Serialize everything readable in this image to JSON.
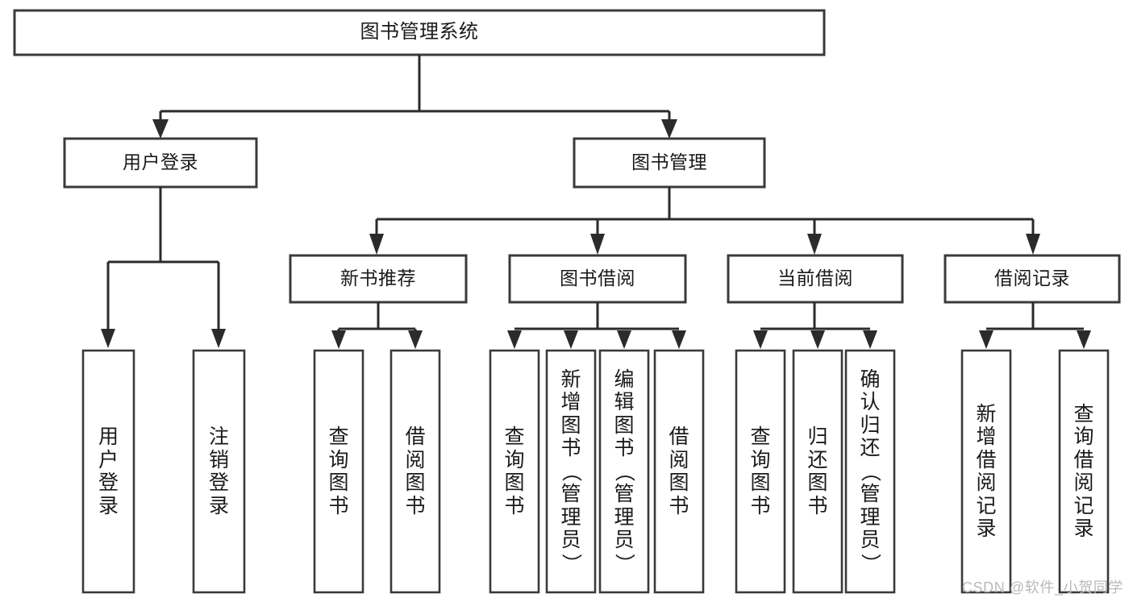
{
  "diagram": {
    "type": "tree-hierarchy",
    "title": "图书管理系统",
    "watermark": "CSDN @软件_小贺同学",
    "colors": {
      "background": "#ffffff",
      "box_fill": "#ffffff",
      "box_stroke": "#3a3a3a",
      "line": "#2b2b2b",
      "text": "#1a1a1a",
      "watermark": "#b9b9b9"
    },
    "root": {
      "label": "图书管理系统"
    },
    "level2": [
      {
        "label": "用户登录"
      },
      {
        "label": "图书管理"
      }
    ],
    "level3": [
      {
        "label": "新书推荐"
      },
      {
        "label": "图书借阅"
      },
      {
        "label": "当前借阅"
      },
      {
        "label": "借阅记录"
      }
    ],
    "leaves": {
      "user_login": [
        {
          "label": "用户登录"
        },
        {
          "label": "注销登录"
        }
      ],
      "new_book_recommend": [
        {
          "label": "查询图书"
        },
        {
          "label": "借阅图书"
        }
      ],
      "book_borrow": [
        {
          "label": "查询图书"
        },
        {
          "label": "新增图书（管理员）"
        },
        {
          "label": "编辑图书（管理员）"
        },
        {
          "label": "借阅图书"
        }
      ],
      "current_borrow": [
        {
          "label": "查询图书"
        },
        {
          "label": "归还图书"
        },
        {
          "label": "确认归还（管理员）"
        }
      ],
      "borrow_record": [
        {
          "label": "新增借阅记录"
        },
        {
          "label": "查询借阅记录"
        }
      ]
    }
  }
}
